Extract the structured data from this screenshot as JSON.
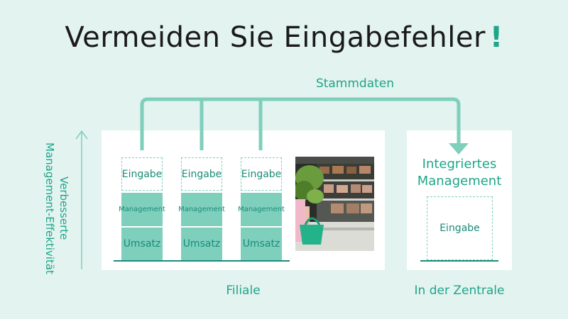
{
  "title": "Vermeiden Sie Eingabefehler",
  "title_mark": "!",
  "master_data_label": "Stammdaten",
  "y_axis_label_line1": "Verbesserte",
  "y_axis_label_line2": "Management-Effektivität",
  "store": {
    "caption": "Filiale",
    "columns": [
      {
        "input": "Eingabe",
        "management": "Management",
        "sales": "Umsatz"
      },
      {
        "input": "Eingabe",
        "management": "Management",
        "sales": "Umsatz"
      },
      {
        "input": "Eingabe",
        "management": "Management",
        "sales": "Umsatz"
      }
    ]
  },
  "hq": {
    "caption": "In der Zentrale",
    "title_line1": "Integriertes",
    "title_line2": "Management",
    "input": "Eingabe"
  },
  "colors": {
    "accent": "#1fa58a",
    "light_teal": "#7fcfbd",
    "background": "#e3f3ef"
  }
}
